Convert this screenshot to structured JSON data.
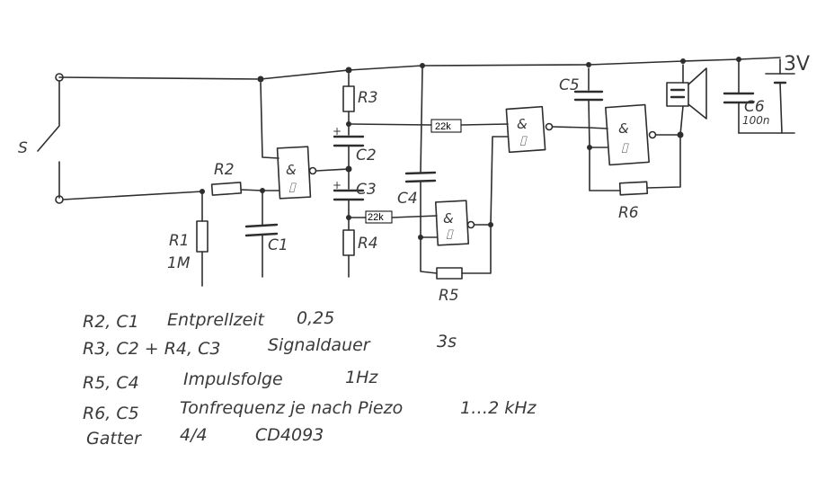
{
  "labels": {
    "switch": "S",
    "r1": "R1",
    "r1_value": "1M",
    "r2": "R2",
    "r3": "R3",
    "r4": "R4",
    "r5": "R5",
    "r6": "R6",
    "c1": "C1",
    "c2": "C2",
    "c3": "C3",
    "c4": "C4",
    "c5": "C5",
    "c6": "C6",
    "c6_value": "100n",
    "supply": "3V",
    "gate_symbol": "&",
    "schmitt_symbol": "⌷",
    "res_22k_a": "22k",
    "res_22k_b": "22k"
  },
  "notes": [
    {
      "parts": "R2, C1",
      "text": "Entprellzeit",
      "value": "0,25"
    },
    {
      "parts": "R3, C2 + R4, C3",
      "text": "Signaldauer",
      "value": "3s"
    },
    {
      "parts": "R5, C4",
      "text": "Impulsfolge",
      "value": "1Hz"
    },
    {
      "parts": "R6, C5",
      "text": "Tonfrequenz je nach Piezo",
      "value": "1…2 kHz"
    },
    {
      "parts": "Gatter",
      "text": "4/4",
      "value": "CD4093"
    }
  ]
}
